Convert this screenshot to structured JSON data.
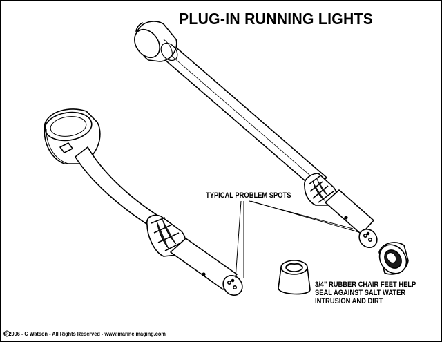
{
  "title": "PLUG-IN RUNNING LIGHTS",
  "callouts": {
    "problem_spots": "TYPICAL PROBLEM SPOTS",
    "rubber_feet_lines": [
      "3/4\" RUBBER CHAIR FEET HELP",
      "SEAL AGAINST SALT WATER",
      "INTRUSION AND DIRT"
    ]
  },
  "footer": {
    "copyright": "© 2006 - C Watson - All Rights Reserved - www.marineimaging.com"
  },
  "colors": {
    "line": "#000000",
    "fill": "#ffffff",
    "shade": "#1a1a1a"
  }
}
